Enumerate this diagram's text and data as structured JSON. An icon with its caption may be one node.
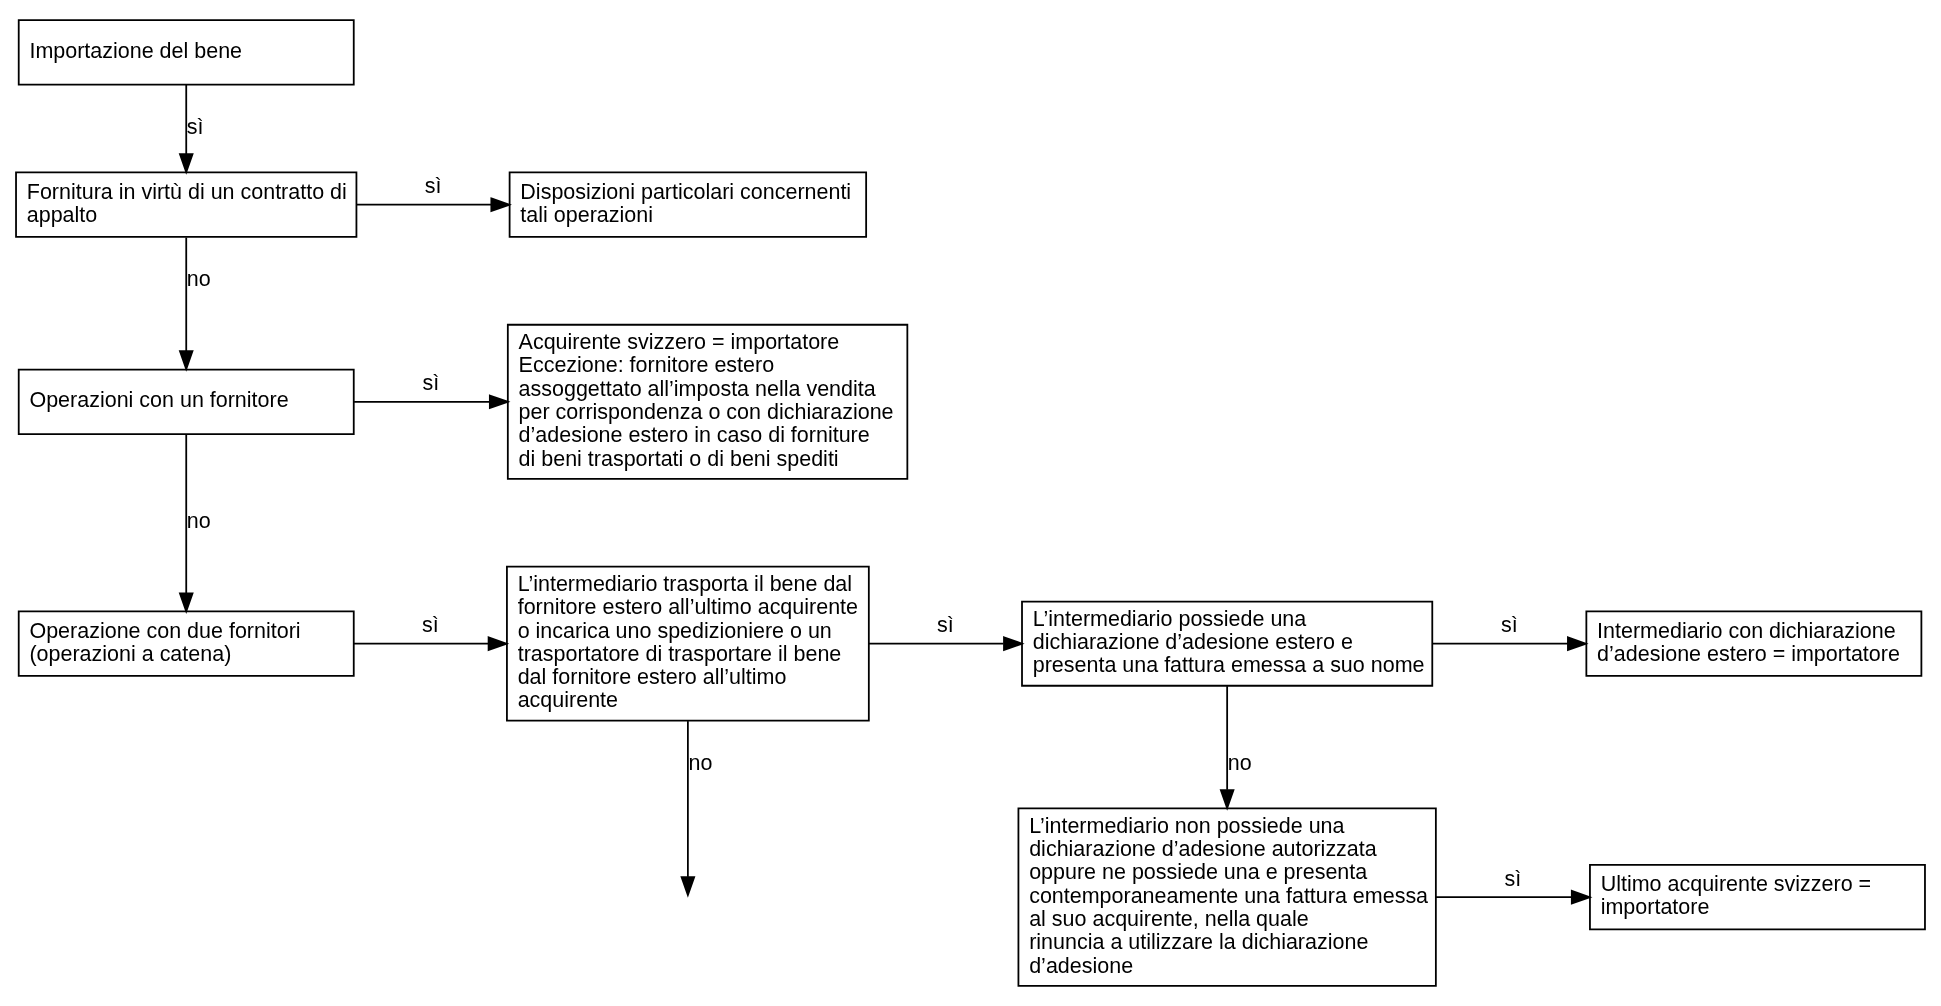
{
  "diagram": {
    "nodes": [
      {
        "text": [
          "Importazione del bene"
        ]
      },
      {
        "text": [
          "Fornitura in virtù di un contratto di appalto"
        ]
      },
      {
        "text": [
          "Disposizioni particolari concernenti tali operazioni"
        ]
      },
      {
        "text": [
          "Operazioni con un fornitore"
        ]
      },
      {
        "text": [
          "Acquirente svizzero = importatore",
          "Eccezione: fornitore estero assoggettato all’imposta nella vendita per corrispondenza o con dichiarazione d’adesione estero in caso di forniture di beni trasportati o di beni spediti"
        ]
      },
      {
        "text": [
          "Operazione con due fornitori (operazioni a catena)"
        ]
      },
      {
        "text": [
          "L’intermediario trasporta il bene dal fornitore estero all’ultimo acquirente o incarica uno spedizioniere o un trasportatore di trasportare il bene dal fornitore estero all’ultimo acquirente"
        ]
      },
      {
        "text": [
          "L’intermediario possiede una dichiarazione d’adesione estero e presenta una fattura emessa a suo nome"
        ]
      },
      {
        "text": [
          "Intermediario con dichiarazione d’adesione estero = importatore"
        ]
      },
      {
        "text": [
          "L’intermediario non possiede una dichiarazione d’adesione autorizzata oppure ne possiede una e presenta contemporaneamente una fattura emessa al suo acquirente, nella quale rinuncia a utilizzare la dichiarazione d’adesione"
        ]
      },
      {
        "text": [
          "Ultimo acquirente svizzero = importatore"
        ]
      }
    ],
    "edges": [
      {
        "from": 0,
        "to": 1,
        "arrow": "to",
        "label": "sì"
      },
      {
        "from": 1,
        "to": 2,
        "arrow": "to",
        "label": "sì"
      },
      {
        "from": 1,
        "to": 3,
        "arrow": "to",
        "label": "no"
      },
      {
        "from": 3,
        "to": 4,
        "arrow": "to",
        "label": "sì"
      },
      {
        "from": 3,
        "to": 5,
        "arrow": "to",
        "label": "no"
      },
      {
        "from": 5,
        "to": 6,
        "arrow": "to",
        "label": "sì"
      },
      {
        "from": 6,
        "to": 7,
        "arrow": "to",
        "label": "sì"
      },
      {
        "from": 7,
        "to": 8,
        "arrow": "to",
        "label": "sì"
      },
      {
        "from": 7,
        "to": 9,
        "arrow": "to",
        "label": "no"
      },
      {
        "from": 9,
        "to": 10,
        "arrow": "to",
        "label": "sì"
      },
      {
        "from": 6,
        "to": null,
        "arrow": "to",
        "label": "no"
      }
    ]
  }
}
